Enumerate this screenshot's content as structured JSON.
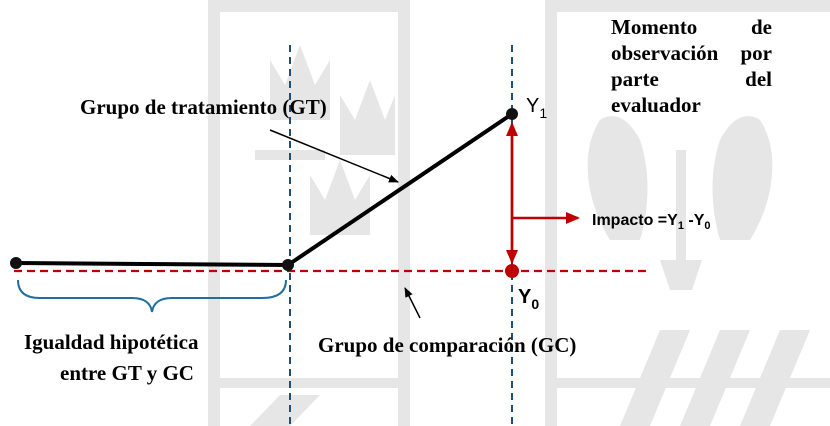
{
  "labels": {
    "treatment_group": "Grupo de tratamiento (GT)",
    "comparison_group": "Grupo de comparación (GC)",
    "hypothetical_equality_line1": "Igualdad hipotética",
    "hypothetical_equality_line2": "entre GT y GC",
    "observation_moment": "Momento de observación por parte del evaluador",
    "y1_base": "Y",
    "y1_sub": "1",
    "y0_base": "Y",
    "y0_sub": "0",
    "impact_prefix": "Impacto =Y",
    "impact_sub1": "1",
    "impact_mid": " -Y",
    "impact_sub0": "0"
  },
  "colors": {
    "treatment_line": "#000000",
    "comparison_line": "#c00000",
    "impact_arrow": "#c00000",
    "vertical_dashed": "#1f4e79",
    "brace": "#1f6fa0",
    "watermark": "#e6e6e6"
  }
}
